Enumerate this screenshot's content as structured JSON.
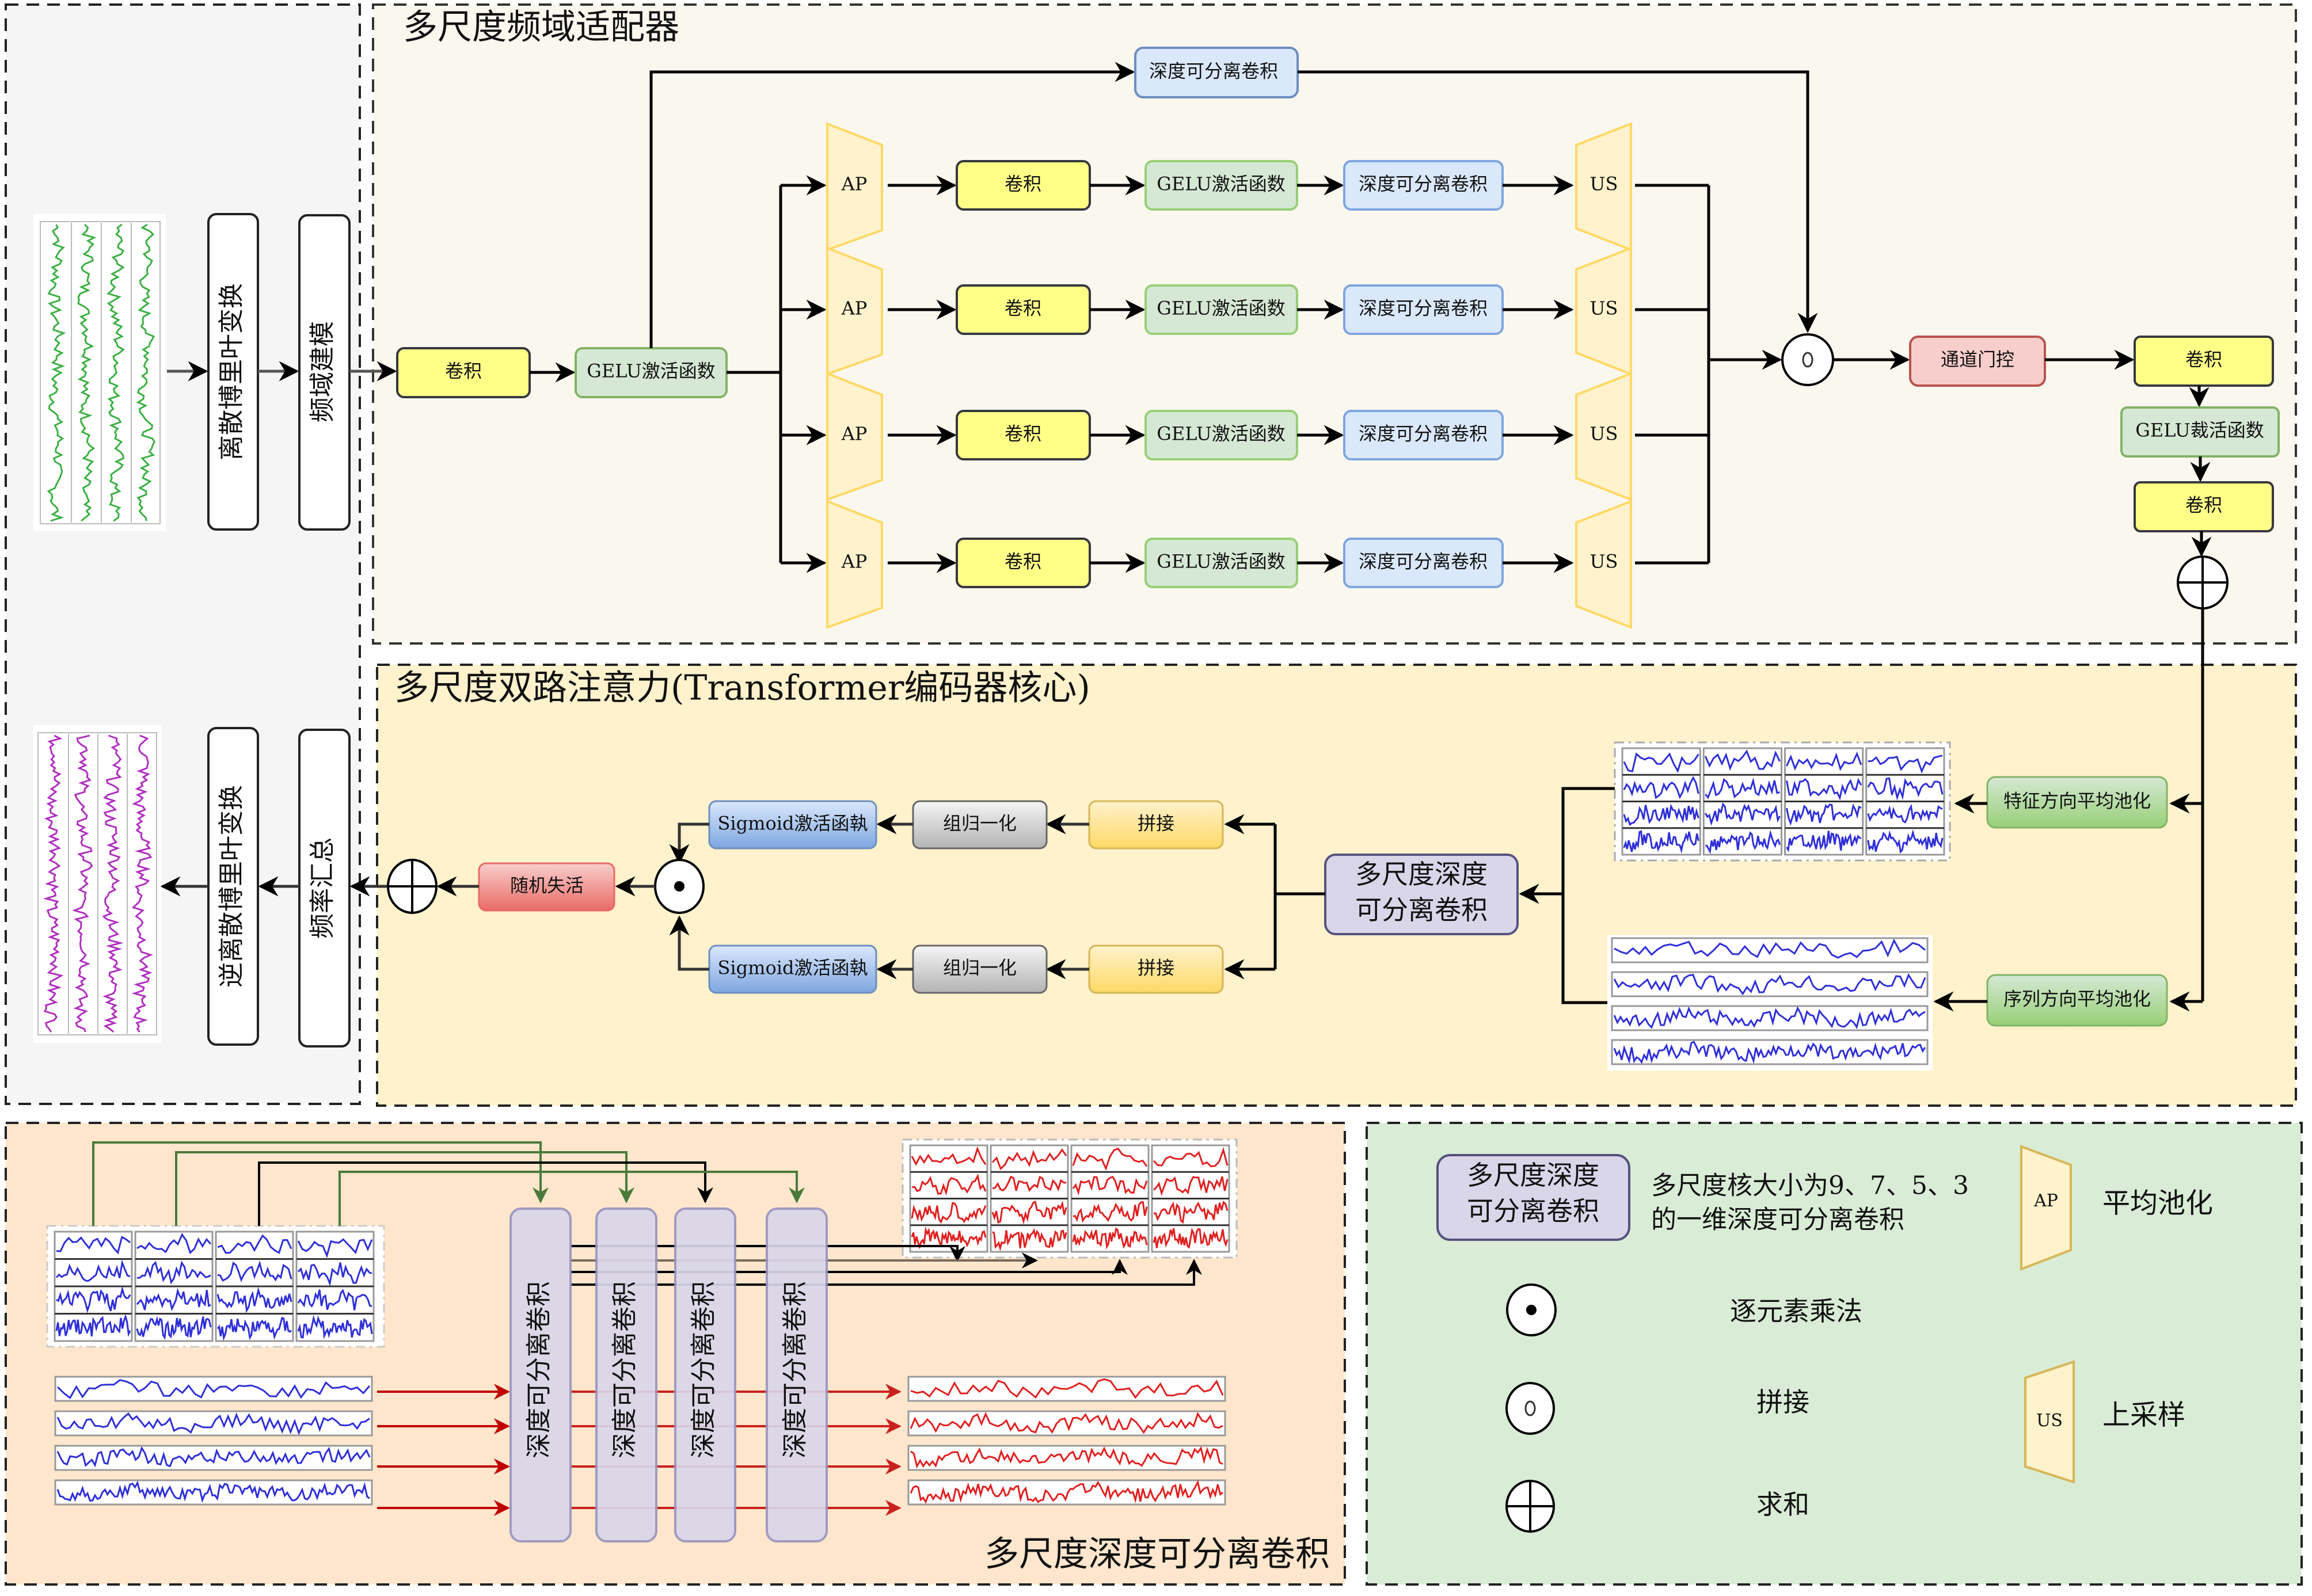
{
  "panels": {
    "io": {
      "label": ""
    },
    "freq_adapter": {
      "title": "多尺度频域适配器"
    },
    "attention": {
      "title": "多尺度双路注意力(Transformer编码器核心)"
    },
    "msdsc": {
      "title": "多尺度深度可分离卷积"
    },
    "legend": {
      "title": ""
    }
  },
  "io": {
    "dft_label": "离散博里叶变换",
    "freq_model_label": "频域建模",
    "idft_label": "逆离散博里叶变换",
    "freq_sum_label": "频率汇总",
    "input_signal": {
      "color": "#3cb043",
      "channels": 4
    },
    "output_signal": {
      "color": "#b030c0",
      "channels": 4
    }
  },
  "freq_adapter": {
    "conv_in": "卷积",
    "gelu_in": "GELU激活函数",
    "skip_dsc": "深度可分离卷积",
    "branches": [
      {
        "ap": "AP",
        "conv": "卷积",
        "gelu": "GELU激活函数",
        "dsc": "深度可分离卷积",
        "us": "US"
      },
      {
        "ap": "AP",
        "conv": "卷积",
        "gelu": "GELU激活函数",
        "dsc": "深度可分离卷积",
        "us": "US"
      },
      {
        "ap": "AP",
        "conv": "卷积",
        "gelu": "GELU激活函数",
        "dsc": "深度可分离卷积",
        "us": "US"
      },
      {
        "ap": "AP",
        "conv": "卷积",
        "gelu": "GELU激活函数",
        "dsc": "深度可分离卷积",
        "us": "US"
      }
    ],
    "concat_symbol": "○",
    "channel_gate": "通道门控",
    "conv_out1": "卷积",
    "gelu_out": "GELU裁活函数",
    "conv_out2": "卷积"
  },
  "attention": {
    "feature_pool": "特征方向平均池化",
    "sequence_pool": "序列方向平均池化",
    "msdsc": [
      "多尺度深度",
      "可分离卷积"
    ],
    "top_branch": {
      "concat": "拼接",
      "groupnorm": "组归一化",
      "sigmoid": "Sigmoid激活函執"
    },
    "bottom_branch": {
      "concat": "拼接",
      "groupnorm": "组归一化",
      "sigmoid": "Sigmoid激活函執"
    },
    "dropout": "随机失活",
    "signal_color": "#2f2fd8"
  },
  "msdsc": {
    "columns": [
      "深度可分离卷积",
      "深度可分离卷积",
      "深度可分离卷积",
      "深度可分离卷积"
    ],
    "input_color": "#2f2fd8",
    "output_color": "#e02020"
  },
  "legend": {
    "msdsc_box": [
      "多尺度深度",
      "可分离卷积"
    ],
    "msdsc_desc": [
      "多尺度核大小为9、7、5、3",
      "的一维深度可分离卷积"
    ],
    "ap_symbol": "AP",
    "ap_desc": "平均池化",
    "mul_desc": "逐元素乘法",
    "concat_desc": "拼接",
    "us_symbol": "US",
    "us_desc": "上采样",
    "sum_desc": "求和"
  },
  "colors": {
    "yellow_fill": "#ffff88",
    "green_fill": "#d5e8d4",
    "blue_fill": "#dae8fc",
    "red_fill": "#f8cecc",
    "trap_fill": "#fff2cc",
    "purple_fill": "#d9d6ea",
    "attn_bg": "#fff2cc",
    "adapter_bg": "#faf7ef",
    "msdsc_bg": "#ffe6cc",
    "legend_bg": "#d9ecd6",
    "io_bg": "#f5f5f5"
  }
}
